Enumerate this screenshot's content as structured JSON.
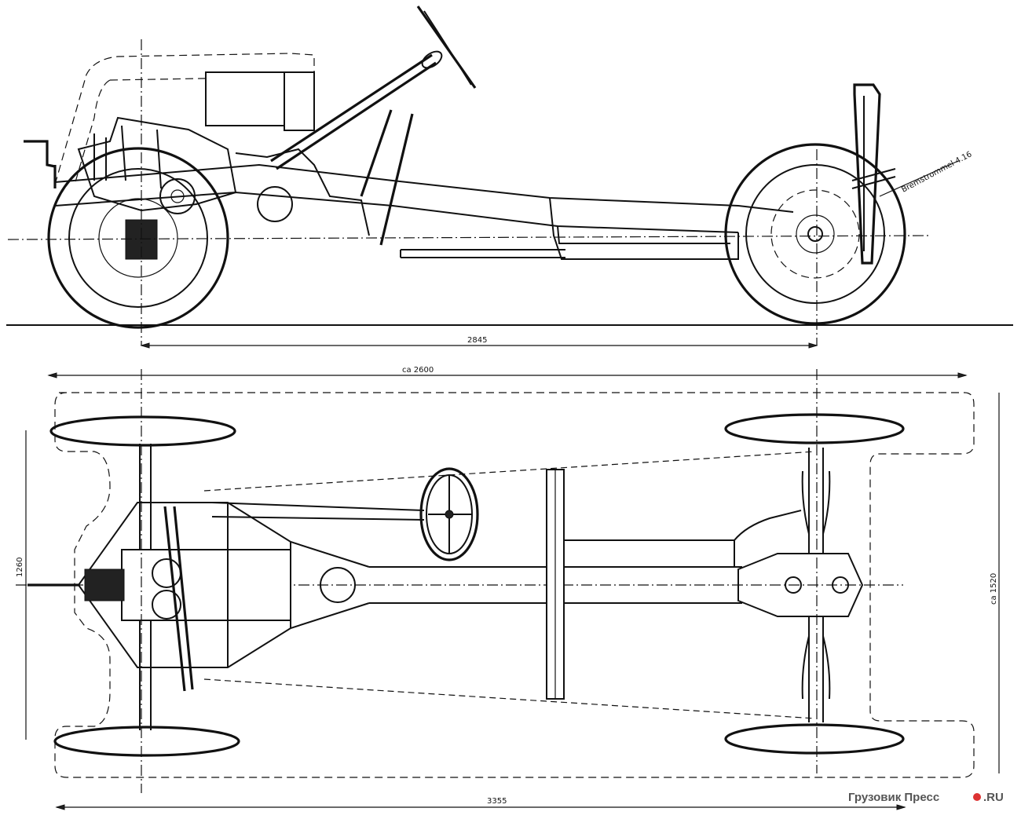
{
  "dimensions": {
    "wheelbase": "2845",
    "width_overall": "ca 2600",
    "track_front": "1260",
    "track_rear_right": "ca 1520",
    "length_overall": "3355",
    "front_marking": "Bremstrommel 4.16"
  },
  "watermark": {
    "text": "Грузовик Пресс",
    "suffix": ".RU"
  }
}
